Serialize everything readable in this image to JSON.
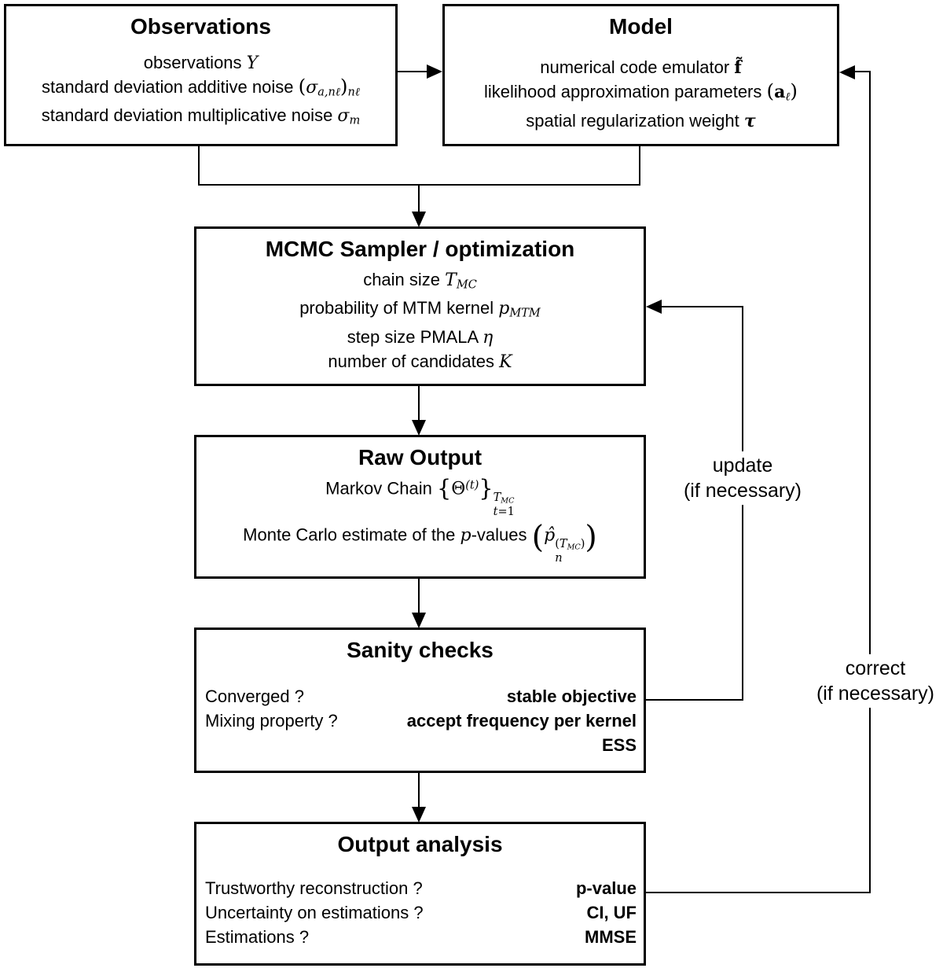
{
  "boxes": {
    "observations": {
      "title": "Observations",
      "lines": [
        [
          {
            "k": "p",
            "t": "observations "
          },
          {
            "k": "m",
            "t": "Y"
          }
        ],
        [
          {
            "k": "p",
            "t": "standard deviation additive noise "
          },
          {
            "k": "paren",
            "t": "("
          },
          {
            "k": "m",
            "t": "σ"
          },
          {
            "k": "sub",
            "t": "a,nℓ"
          },
          {
            "k": "paren",
            "t": ")"
          },
          {
            "k": "sub",
            "t": "nℓ"
          }
        ],
        [
          {
            "k": "p",
            "t": "standard deviation multiplicative noise "
          },
          {
            "k": "m",
            "t": "σ"
          },
          {
            "k": "sub",
            "t": "m"
          }
        ]
      ]
    },
    "model": {
      "title": "Model",
      "lines": [
        [
          {
            "k": "p",
            "t": "numerical code emulator "
          },
          {
            "k": "mb",
            "t": "f̃"
          }
        ],
        [
          {
            "k": "p",
            "t": "likelihood approximation parameters "
          },
          {
            "k": "paren",
            "t": "("
          },
          {
            "k": "mb",
            "t": "a"
          },
          {
            "k": "sub",
            "t": "ℓ"
          },
          {
            "k": "paren",
            "t": ")"
          }
        ],
        [
          {
            "k": "p",
            "t": "spatial regularization weight "
          },
          {
            "k": "mbi",
            "t": "τ"
          }
        ]
      ]
    },
    "mcmc": {
      "title": "MCMC Sampler / optimization",
      "lines": [
        [
          {
            "k": "p",
            "t": "chain size "
          },
          {
            "k": "m",
            "t": "T"
          },
          {
            "k": "sub",
            "t": "MC"
          }
        ],
        [
          {
            "k": "p",
            "t": "probability of MTM kernel "
          },
          {
            "k": "m",
            "t": "p"
          },
          {
            "k": "sub",
            "t": "MTM"
          }
        ],
        [
          {
            "k": "p",
            "t": "step size PMALA "
          },
          {
            "k": "m",
            "t": "η"
          }
        ],
        [
          {
            "k": "p",
            "t": "number of candidates "
          },
          {
            "k": "m",
            "t": "K"
          }
        ]
      ]
    },
    "raw_output": {
      "title": "Raw Output",
      "lines": [
        [
          {
            "k": "p",
            "t": "Markov Chain "
          },
          {
            "k": "brace",
            "t": "{"
          },
          {
            "k": "pm",
            "t": "Θ"
          },
          {
            "k": "sup",
            "t": "(t)"
          },
          {
            "k": "brace",
            "t": "}"
          },
          {
            "k": "ss",
            "sup": [
              {
                "k": "m",
                "t": "T"
              },
              {
                "k": "sub",
                "t": "MC"
              }
            ],
            "sub": [
              {
                "k": "m",
                "t": "t"
              },
              {
                "k": "pm",
                "t": "=1"
              }
            ]
          }
        ],
        [
          {
            "k": "p",
            "t": "Monte Carlo estimate of the "
          },
          {
            "k": "m",
            "t": "p"
          },
          {
            "k": "p",
            "t": "-values  "
          },
          {
            "k": "bigparen",
            "t": "("
          },
          {
            "k": "m",
            "t": "p̂"
          },
          {
            "k": "ss",
            "sup": [
              {
                "k": "pm",
                "t": "("
              },
              {
                "k": "m",
                "t": "T"
              },
              {
                "k": "sub",
                "t": "MC"
              },
              {
                "k": "pm",
                "t": ")"
              }
            ],
            "sub": [
              {
                "k": "m",
                "t": "n"
              }
            ]
          },
          {
            "k": "bigparen",
            "t": ")"
          }
        ]
      ]
    },
    "sanity": {
      "title": "Sanity checks",
      "rows": [
        {
          "q": "Converged ?",
          "a": "stable objective"
        },
        {
          "q": "Mixing property ?",
          "a": "accept frequency per kernel"
        },
        {
          "q": "",
          "a": "ESS"
        }
      ]
    },
    "output_analysis": {
      "title": "Output analysis",
      "rows": [
        {
          "q": "Trustworthy reconstruction ?",
          "a": "p-value"
        },
        {
          "q": "Uncertainty on estimations ?",
          "a": "CI, UF"
        },
        {
          "q": "Estimations ?",
          "a": "MMSE"
        }
      ]
    }
  },
  "labels": {
    "update": {
      "line1": "update",
      "line2": "(if necessary)"
    },
    "correct": {
      "line1": "correct",
      "line2": "(if necessary)"
    }
  },
  "colors": {
    "line": "#000000",
    "background": "#ffffff",
    "text": "#000000"
  }
}
